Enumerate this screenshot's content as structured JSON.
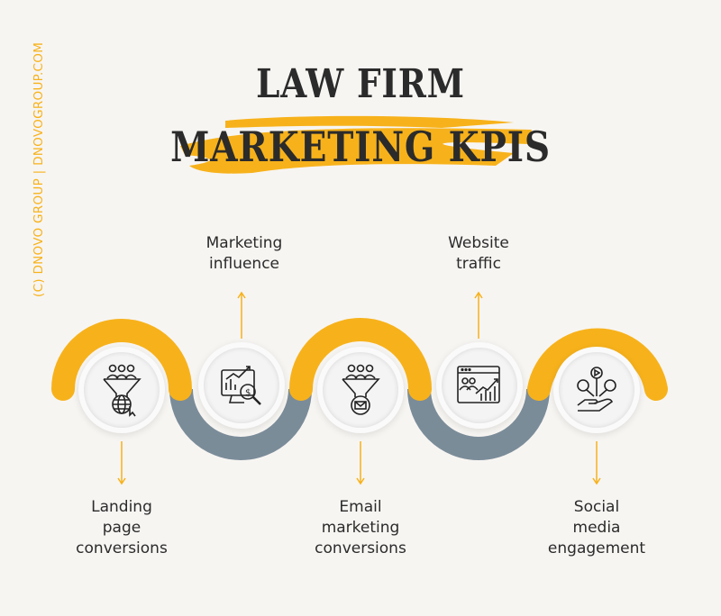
{
  "watermark": "(C) DNOVO GROUP | DNOVOGROUP.COM",
  "title": {
    "line1": "LAW FIRM",
    "line2": "MARKETING KPIS"
  },
  "colors": {
    "accent": "#f7b21b",
    "gray": "#7b8c99",
    "text": "#2b2b2b",
    "background": "#f7f5f2"
  },
  "kpis": [
    {
      "label_lines": [
        "Landing",
        "page",
        "conversions"
      ],
      "icon": "funnel-globe-icon"
    },
    {
      "label_lines": [
        "Marketing",
        "influence"
      ],
      "icon": "chart-dollar-search-icon"
    },
    {
      "label_lines": [
        "Email",
        "marketing",
        "conversions"
      ],
      "icon": "funnel-email-icon"
    },
    {
      "label_lines": [
        "Website",
        "traffic"
      ],
      "icon": "browser-analytics-icon"
    },
    {
      "label_lines": [
        "Social",
        "media",
        "engagement"
      ],
      "icon": "hand-social-icon"
    }
  ]
}
